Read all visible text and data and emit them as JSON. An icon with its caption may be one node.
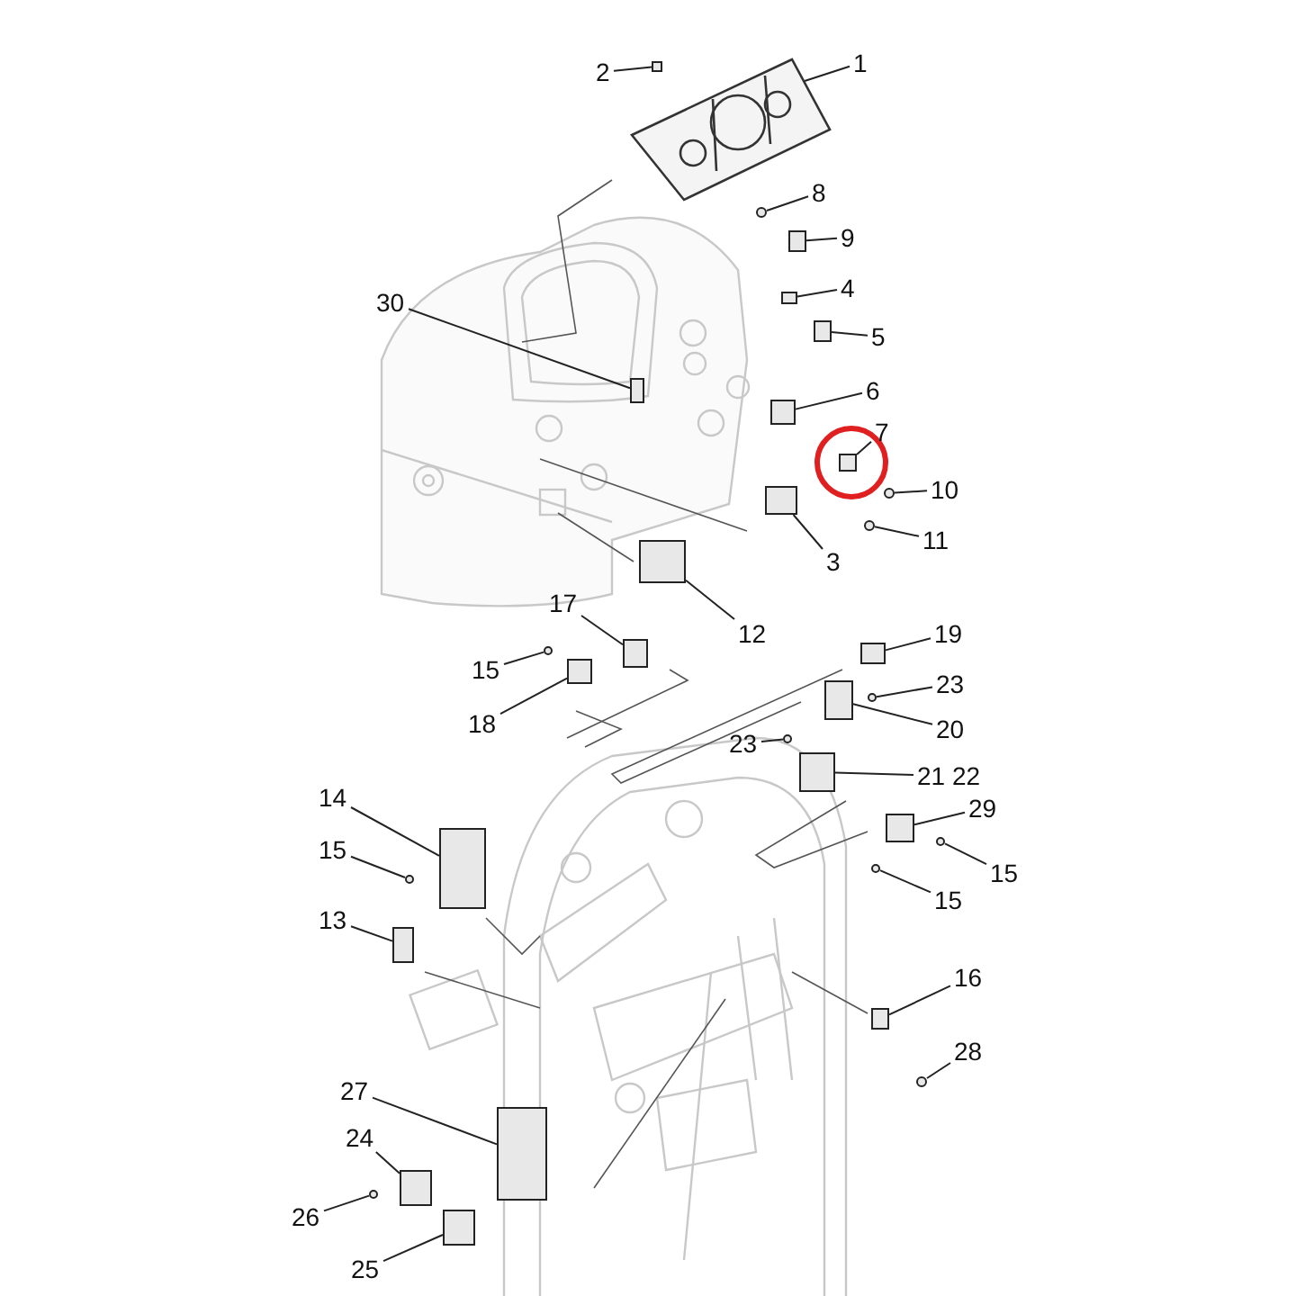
{
  "diagram": {
    "nodes": [
      {
        "text": [
          "1"
        ]
      },
      {
        "text": [
          "2"
        ]
      },
      {
        "text": [
          "8"
        ]
      },
      {
        "text": [
          "9"
        ]
      },
      {
        "text": [
          "4"
        ]
      },
      {
        "text": [
          "5"
        ]
      },
      {
        "text": [
          "6"
        ]
      },
      {
        "text": [
          "7"
        ]
      },
      {
        "text": [
          "10"
        ]
      },
      {
        "text": [
          "11"
        ]
      },
      {
        "text": [
          "30"
        ]
      },
      {
        "text": [
          "3"
        ]
      },
      {
        "text": [
          "12"
        ]
      },
      {
        "text": [
          "17"
        ]
      },
      {
        "text": [
          "19"
        ]
      },
      {
        "text": [
          "15"
        ]
      },
      {
        "text": [
          "23"
        ]
      },
      {
        "text": [
          "18"
        ]
      },
      {
        "text": [
          "20"
        ]
      },
      {
        "text": [
          "23"
        ]
      },
      {
        "text": [
          "21 22"
        ]
      },
      {
        "text": [
          "14"
        ]
      },
      {
        "text": [
          "29"
        ]
      },
      {
        "text": [
          "15"
        ]
      },
      {
        "text": [
          "15"
        ]
      },
      {
        "text": [
          "15"
        ]
      },
      {
        "text": [
          "13"
        ]
      },
      {
        "text": [
          "16"
        ]
      },
      {
        "text": [
          "28"
        ]
      },
      {
        "text": [
          "27"
        ]
      },
      {
        "text": [
          "24"
        ]
      },
      {
        "text": [
          "26"
        ]
      },
      {
        "text": [
          "25"
        ]
      },
      {
        "text": [],
        "shape": "picture"
      },
      {
        "text": [],
        "shape": "box"
      },
      {
        "text": [],
        "shape": "circle"
      },
      {
        "text": [],
        "shape": "box"
      },
      {
        "text": [],
        "shape": "box"
      },
      {
        "text": [],
        "shape": "box"
      },
      {
        "text": [],
        "shape": "box"
      },
      {
        "text": [],
        "shape": "box"
      },
      {
        "text": [],
        "shape": "circle"
      },
      {
        "text": [],
        "shape": "circle"
      },
      {
        "text": [],
        "shape": "box"
      },
      {
        "text": [],
        "shape": "box"
      },
      {
        "text": [],
        "shape": "box"
      },
      {
        "text": [],
        "shape": "box"
      },
      {
        "text": [],
        "shape": "box"
      },
      {
        "text": [],
        "shape": "circle"
      },
      {
        "text": [],
        "shape": "circle"
      },
      {
        "text": [],
        "shape": "box"
      },
      {
        "text": [],
        "shape": "box"
      },
      {
        "text": [],
        "shape": "circle"
      },
      {
        "text": [],
        "shape": "box"
      },
      {
        "text": [],
        "shape": "box"
      },
      {
        "text": [],
        "shape": "box"
      },
      {
        "text": [],
        "shape": "circle"
      },
      {
        "text": [],
        "shape": "circle"
      },
      {
        "text": [],
        "shape": "circle"
      },
      {
        "text": [],
        "shape": "box"
      },
      {
        "text": [],
        "shape": "box"
      },
      {
        "text": [],
        "shape": "circle"
      },
      {
        "text": [],
        "shape": "box"
      },
      {
        "text": [],
        "shape": "box"
      },
      {
        "text": [],
        "shape": "circle"
      },
      {
        "text": [],
        "shape": "box"
      }
    ],
    "edges": [
      {
        "from": 0,
        "to": 33,
        "arrow": "none"
      },
      {
        "from": 1,
        "to": 34,
        "arrow": "none"
      },
      {
        "from": 2,
        "to": 35,
        "arrow": "none"
      },
      {
        "from": 3,
        "to": 36,
        "arrow": "none"
      },
      {
        "from": 4,
        "to": 37,
        "arrow": "none"
      },
      {
        "from": 5,
        "to": 38,
        "arrow": "none"
      },
      {
        "from": 6,
        "to": 39,
        "arrow": "none"
      },
      {
        "from": 7,
        "to": 40,
        "arrow": "none"
      },
      {
        "from": 8,
        "to": 41,
        "arrow": "none"
      },
      {
        "from": 9,
        "to": 42,
        "arrow": "none"
      },
      {
        "from": 10,
        "to": 43,
        "arrow": "none"
      },
      {
        "from": 11,
        "to": 44,
        "arrow": "none"
      },
      {
        "from": 12,
        "to": 45,
        "arrow": "none"
      },
      {
        "from": 13,
        "to": 46,
        "arrow": "none"
      },
      {
        "from": 14,
        "to": 47,
        "arrow": "none"
      },
      {
        "from": 15,
        "to": 48,
        "arrow": "none"
      },
      {
        "from": 16,
        "to": 49,
        "arrow": "none"
      },
      {
        "from": 17,
        "to": 50,
        "arrow": "none"
      },
      {
        "from": 18,
        "to": 51,
        "arrow": "none"
      },
      {
        "from": 19,
        "to": 52,
        "arrow": "none"
      },
      {
        "from": 20,
        "to": 53,
        "arrow": "none"
      },
      {
        "from": 21,
        "to": 54,
        "arrow": "none"
      },
      {
        "from": 22,
        "to": 55,
        "arrow": "none"
      },
      {
        "from": 23,
        "to": 56,
        "arrow": "none"
      },
      {
        "from": 24,
        "to": 57,
        "arrow": "none"
      },
      {
        "from": 25,
        "to": 58,
        "arrow": "none"
      },
      {
        "from": 26,
        "to": 59,
        "arrow": "none"
      },
      {
        "from": 27,
        "to": 60,
        "arrow": "none"
      },
      {
        "from": 28,
        "to": 61,
        "arrow": "none"
      },
      {
        "from": 29,
        "to": 62,
        "arrow": "none"
      },
      {
        "from": 30,
        "to": 63,
        "arrow": "none"
      },
      {
        "from": 31,
        "to": 64,
        "arrow": "none"
      },
      {
        "from": 32,
        "to": 65,
        "arrow": "none"
      }
    ]
  }
}
